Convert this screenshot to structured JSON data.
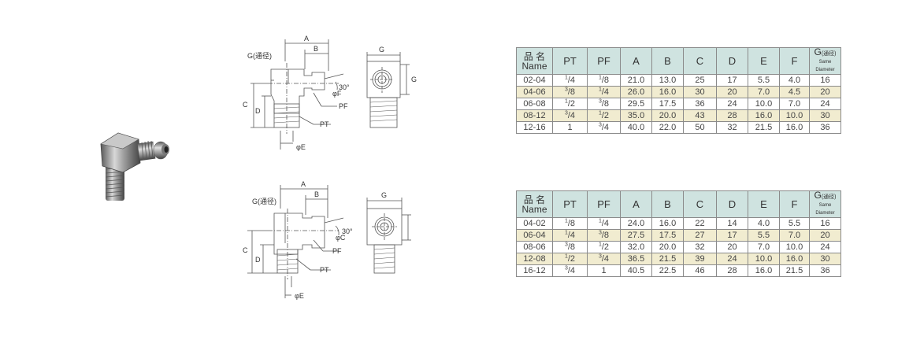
{
  "fitting1": {
    "labels": {
      "a": "A",
      "b": "B",
      "c": "C",
      "d": "D",
      "g_left": "G(通径)",
      "g_top": "G",
      "g_side": "G",
      "f": "φF",
      "angle": "30°",
      "pf": "PF",
      "pt": "PT",
      "e": "φE"
    }
  },
  "fitting2": {
    "labels": {
      "a": "A",
      "b": "B",
      "c": "C",
      "d": "D",
      "g_left": "G(通径)",
      "g_top": "G",
      "c_dia": "φC",
      "angle": "30°",
      "pf": "PF",
      "pt": "PT",
      "e": "φE"
    }
  },
  "table1": {
    "headers": {
      "name_top": "品 名",
      "name_bottom": "Name",
      "pt": "PT",
      "pf": "PF",
      "a": "A",
      "b": "B",
      "c": "C",
      "d": "D",
      "e": "E",
      "f": "F",
      "g_main": "G",
      "g_cn": "(通径)",
      "g_en": "Same Diameter"
    },
    "rows": [
      {
        "name": "02-04",
        "pt": {
          "n": "1",
          "d": "4"
        },
        "pf": {
          "n": "1",
          "d": "8"
        },
        "a": "21.0",
        "b": "13.0",
        "c": "25",
        "d": "17",
        "e": "5.5",
        "f": "4.0",
        "g": "16"
      },
      {
        "name": "04-06",
        "pt": {
          "n": "3",
          "d": "8"
        },
        "pf": {
          "n": "1",
          "d": "4"
        },
        "a": "26.0",
        "b": "16.0",
        "c": "30",
        "d": "20",
        "e": "7.0",
        "f": "4.5",
        "g": "20"
      },
      {
        "name": "06-08",
        "pt": {
          "n": "1",
          "d": "2"
        },
        "pf": {
          "n": "3",
          "d": "8"
        },
        "a": "29.5",
        "b": "17.5",
        "c": "36",
        "d": "24",
        "e": "10.0",
        "f": "7.0",
        "g": "24"
      },
      {
        "name": "08-12",
        "pt": {
          "n": "3",
          "d": "4"
        },
        "pf": {
          "n": "1",
          "d": "2"
        },
        "a": "35.0",
        "b": "20.0",
        "c": "43",
        "d": "28",
        "e": "16.0",
        "f": "10.0",
        "g": "30"
      },
      {
        "name": "12-16",
        "pt": {
          "n": "",
          "d": "",
          "w": "1"
        },
        "pf": {
          "n": "3",
          "d": "4"
        },
        "a": "40.0",
        "b": "22.0",
        "c": "50",
        "d": "32",
        "e": "21.5",
        "f": "16.0",
        "g": "36"
      }
    ]
  },
  "table2": {
    "headers": {
      "name_top": "品 名",
      "name_bottom": "Name",
      "pt": "PT",
      "pf": "PF",
      "a": "A",
      "b": "B",
      "c": "C",
      "d": "D",
      "e": "E",
      "f": "F",
      "g_main": "G",
      "g_cn": "(通径)",
      "g_en": "Same Diameter"
    },
    "rows": [
      {
        "name": "04-02",
        "pt": {
          "n": "1",
          "d": "8"
        },
        "pf": {
          "n": "1",
          "d": "4"
        },
        "a": "24.0",
        "b": "16.0",
        "c": "22",
        "d": "14",
        "e": "4.0",
        "f": "5.5",
        "g": "16"
      },
      {
        "name": "06-04",
        "pt": {
          "n": "1",
          "d": "4"
        },
        "pf": {
          "n": "3",
          "d": "8"
        },
        "a": "27.5",
        "b": "17.5",
        "c": "27",
        "d": "17",
        "e": "5.5",
        "f": "7.0",
        "g": "20"
      },
      {
        "name": "08-06",
        "pt": {
          "n": "3",
          "d": "8"
        },
        "pf": {
          "n": "1",
          "d": "2"
        },
        "a": "32.0",
        "b": "20.0",
        "c": "32",
        "d": "20",
        "e": "7.0",
        "f": "10.0",
        "g": "24"
      },
      {
        "name": "12-08",
        "pt": {
          "n": "1",
          "d": "2"
        },
        "pf": {
          "n": "3",
          "d": "4"
        },
        "a": "36.5",
        "b": "21.5",
        "c": "39",
        "d": "24",
        "e": "10.0",
        "f": "16.0",
        "g": "30"
      },
      {
        "name": "16-12",
        "pt": {
          "n": "3",
          "d": "4"
        },
        "pf": {
          "n": "",
          "d": "",
          "w": "1"
        },
        "a": "40.5",
        "b": "22.5",
        "c": "46",
        "d": "28",
        "e": "16.0",
        "f": "21.5",
        "g": "36"
      }
    ]
  },
  "colors": {
    "header_bg": "#cfe3e0",
    "alt_row_bg": "#f1ecd0",
    "line": "#8a8a8a"
  }
}
